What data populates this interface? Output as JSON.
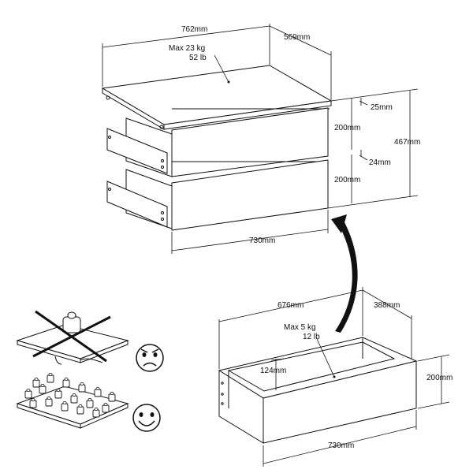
{
  "dimensions": {
    "chest_width": "762mm",
    "chest_depth": "569mm",
    "top_load_kg": "Max 23 kg",
    "top_load_lb": "52 lb",
    "gap_top": "25mm",
    "drawer_height_1": "200mm",
    "gap_middle": "24mm",
    "drawer_height_2": "200mm",
    "total_height": "467mm",
    "front_width": "730mm",
    "drawer_inner_width": "676mm",
    "drawer_depth": "388mm",
    "drawer_load_kg": "Max 5 kg",
    "drawer_load_lb": "12 lb",
    "drawer_inner_height": "124mm",
    "drawer_height": "200mm",
    "drawer_front_width": "730mm"
  },
  "icons": {
    "bad": "frowning-face-icon",
    "good": "smiling-face-icon"
  }
}
